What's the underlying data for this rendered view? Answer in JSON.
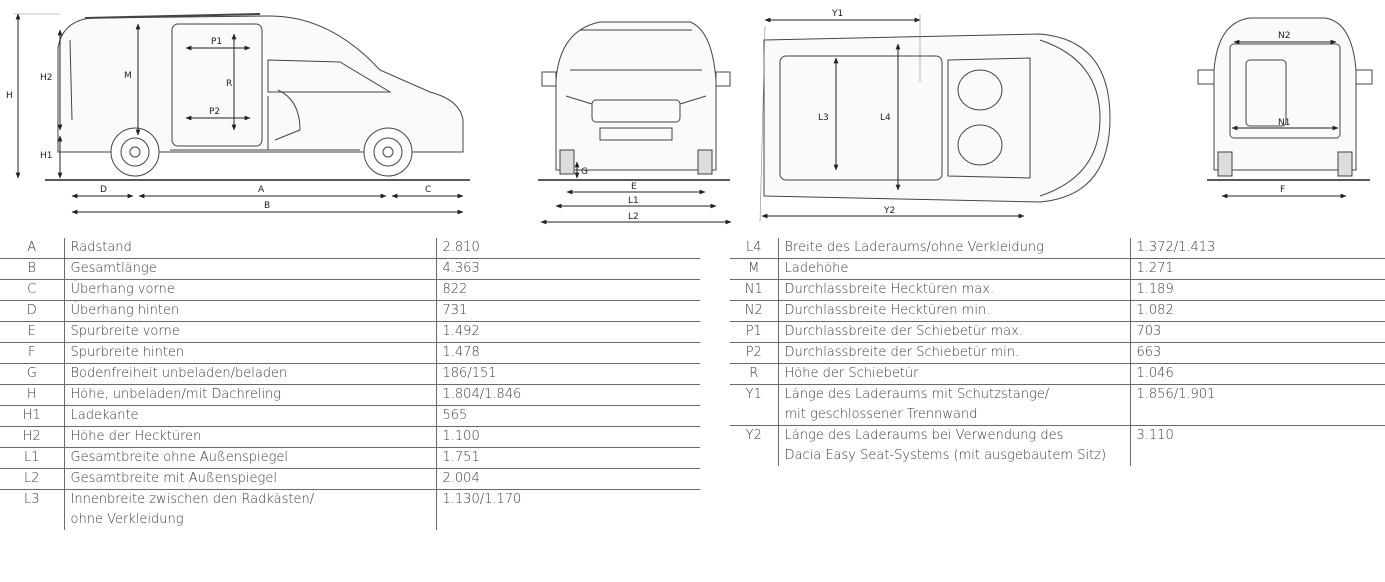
{
  "diagram_labels": {
    "side": {
      "H": "H",
      "H1": "H1",
      "H2": "H2",
      "M": "M",
      "P1": "P1",
      "P2": "P2",
      "R": "R",
      "A": "A",
      "B": "B",
      "C": "C",
      "D": "D"
    },
    "front": {
      "G": "G",
      "E": "E",
      "L1": "L1",
      "L2": "L2"
    },
    "top": {
      "Y1": "Y1",
      "Y2": "Y2",
      "L3": "L3",
      "L4": "L4"
    },
    "rear": {
      "N1": "N1",
      "N2": "N2",
      "F": "F"
    }
  },
  "table_left": [
    {
      "code": "A",
      "desc": "Radstand",
      "value": "2.810"
    },
    {
      "code": "B",
      "desc": "Gesamtlänge",
      "value": "4.363"
    },
    {
      "code": "C",
      "desc": "Überhang vorne",
      "value": "822"
    },
    {
      "code": "D",
      "desc": "Überhang hinten",
      "value": "731"
    },
    {
      "code": "E",
      "desc": "Spurbreite vorne",
      "value": "1.492"
    },
    {
      "code": "F",
      "desc": "Spurbreite hinten",
      "value": "1.478"
    },
    {
      "code": "G",
      "desc": "Bodenfreiheit unbeladen/beladen",
      "value": "186/151"
    },
    {
      "code": "H",
      "desc": "Höhe, unbeladen/mit Dachreling",
      "value": "1.804/1.846"
    },
    {
      "code": "H1",
      "desc": "Ladekante",
      "value": "565"
    },
    {
      "code": "H2",
      "desc": "Höhe der Hecktüren",
      "value": "1.100"
    },
    {
      "code": "L1",
      "desc": "Gesamtbreite ohne Außenspiegel",
      "value": "1.751"
    },
    {
      "code": "L2",
      "desc": "Gesamtbreite mit Außenspiegel",
      "value": "2.004"
    },
    {
      "code": "L3",
      "desc": "Innenbreite zwischen den Radkästen/",
      "desc2": "ohne Verkleidung",
      "value": "1.130/1.170"
    }
  ],
  "table_right": [
    {
      "code": "L4",
      "desc": "Breite des Laderaums/ohne Verkleidung",
      "value": "1.372/1.413"
    },
    {
      "code": "M",
      "desc": "Ladehöhe",
      "value": "1.271"
    },
    {
      "code": "N1",
      "desc": "Durchlassbreite Hecktüren max.",
      "value": "1.189"
    },
    {
      "code": "N2",
      "desc": "Durchlassbreite Hecktüren min.",
      "value": "1.082"
    },
    {
      "code": "P1",
      "desc": "Durchlassbreite der Schiebetür max.",
      "value": "703"
    },
    {
      "code": "P2",
      "desc": "Durchlassbreite der Schiebetür min.",
      "value": "663"
    },
    {
      "code": "R",
      "desc": "Höhe der Schiebetür",
      "value": "1.046"
    },
    {
      "code": "Y1",
      "desc": "Länge des Laderaums mit Schutzstange/",
      "desc2": "mit geschlossener Trennwand",
      "value": "1.856/1.901"
    },
    {
      "code": "Y2",
      "desc": "Länge des Laderaums bei Verwendung des",
      "desc2": "Dacia Easy Seat-Systems (mit ausgebautem Sitz)",
      "value": "3.110"
    }
  ]
}
